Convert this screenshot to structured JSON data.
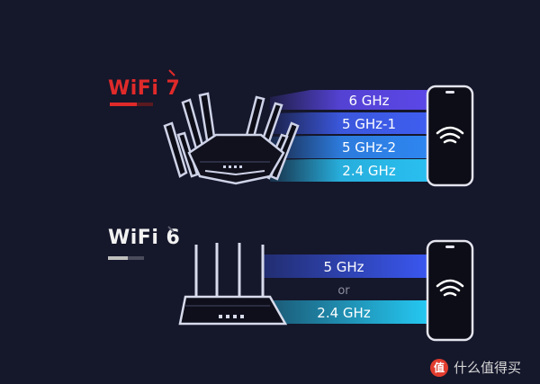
{
  "wifi7": {
    "title": "WiFi 7",
    "bands": [
      "6 GHz",
      "5 GHz-1",
      "5 GHz-2",
      "2.4 GHz"
    ]
  },
  "wifi6": {
    "title": "WiFi 6",
    "bands": [
      "5 GHz",
      "2.4 GHz"
    ],
    "separator": "or"
  },
  "watermark": {
    "icon": "值",
    "text": "什么值得买"
  },
  "colors": {
    "background": "#15172b",
    "wifi7_accent": "#e02a2a",
    "band_6ghz": "#5b47e6",
    "band_5ghz_1": "#3f5ef0",
    "band_5ghz_2": "#2f86f0",
    "band_24ghz": "#29bff0",
    "wifi6_5ghz": "#3a57f0",
    "wifi6_24ghz": "#25c8f2"
  }
}
